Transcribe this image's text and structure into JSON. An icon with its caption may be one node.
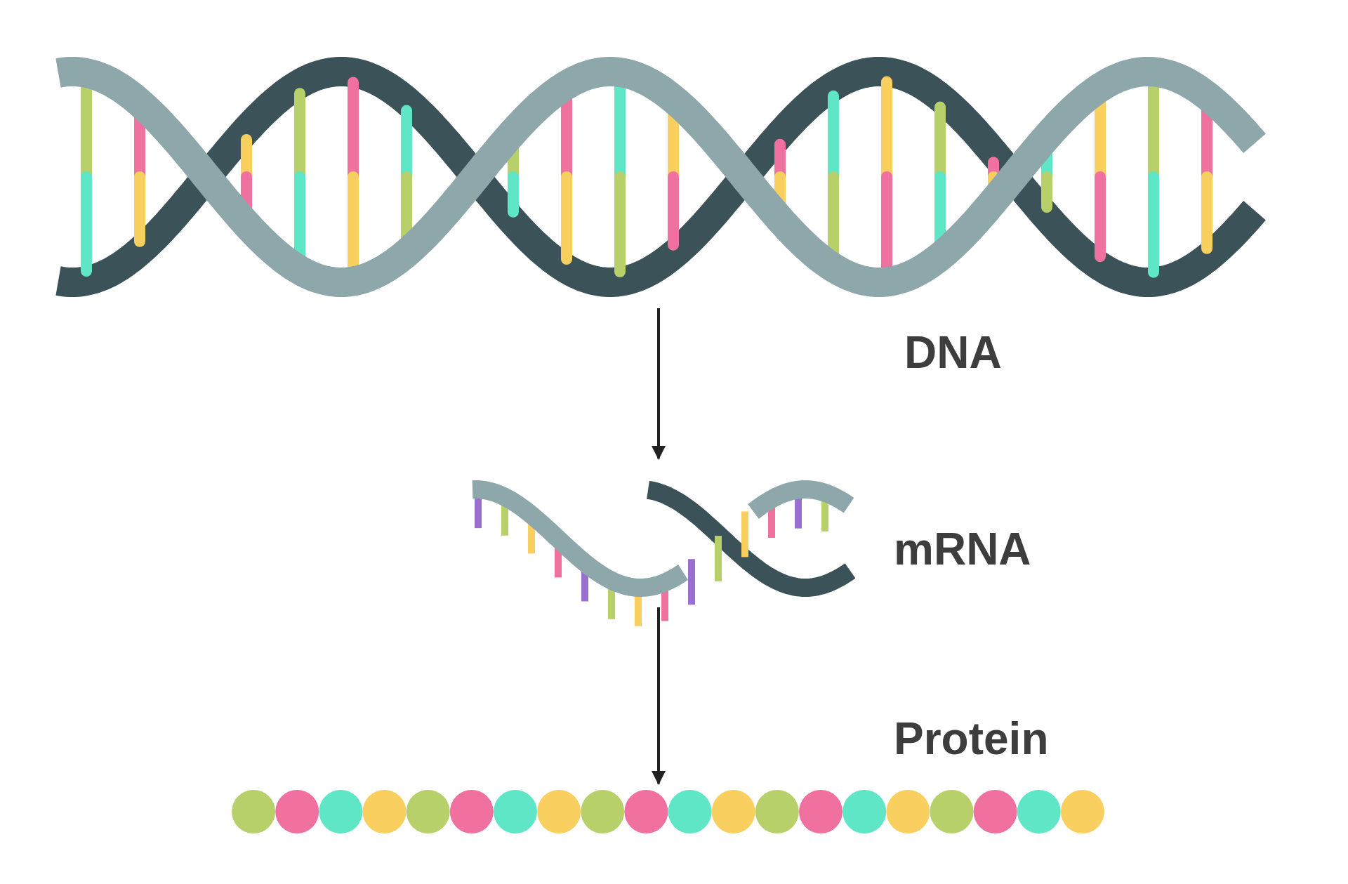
{
  "diagram": {
    "nodes": [
      {
        "text": [],
        "shape": "picture",
        "beside": [
          "DNA"
        ]
      },
      {
        "text": [],
        "shape": "picture",
        "beside": [
          "mRNA"
        ]
      },
      {
        "text": [],
        "shape": "picture",
        "beside": [
          "Protein"
        ]
      }
    ],
    "edges": [
      {
        "from": 0,
        "to": 1,
        "arrow": "to"
      },
      {
        "from": 1,
        "to": 2,
        "arrow": "to"
      }
    ]
  }
}
